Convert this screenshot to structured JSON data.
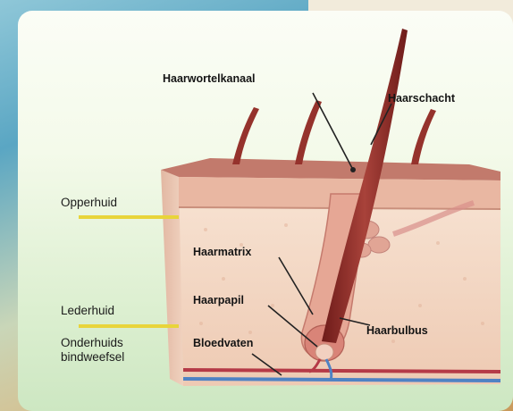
{
  "diagram": {
    "labels": {
      "haarwortelkanaal": "Haarwortelkanaal",
      "haarschacht": "Haarschacht",
      "opperhuid": "Opperhuid",
      "haarmatrix": "Haarmatrix",
      "haarpapil": "Haarpapil",
      "lederhuid": "Lederhuid",
      "haarbulbus": "Haarbulbus",
      "onderhuids_bindweefsel": "Onderhuids\nbindweefsel",
      "bloedvaten": "Bloedvaten"
    },
    "colors": {
      "skin_top": "#c77c6c",
      "epidermis": "#e8b8a2",
      "dermis": "#f3d8c4",
      "hair": "#8b2a26",
      "leader_line_yellow": "#e8d43a",
      "artery": "#b53a47",
      "vein": "#4f82c4"
    }
  }
}
